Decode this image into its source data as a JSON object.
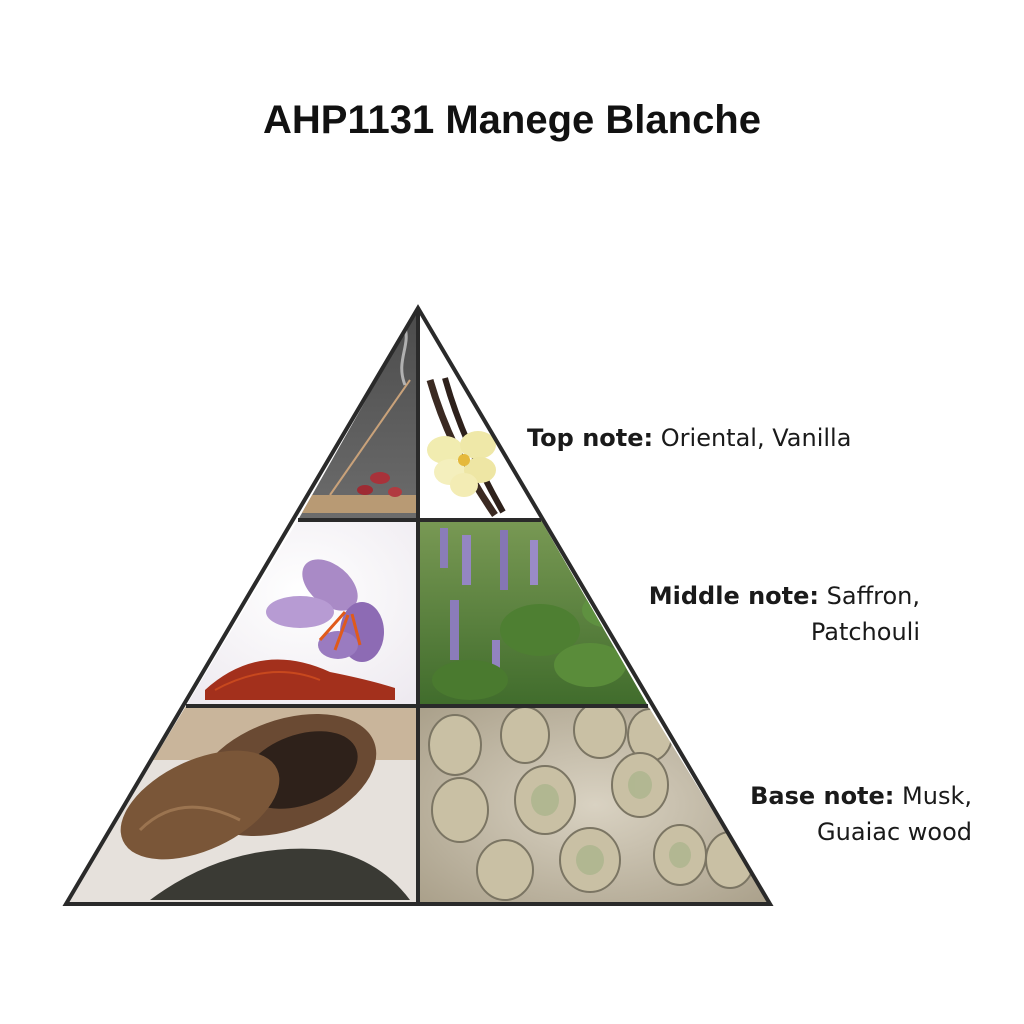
{
  "title": "AHP1131 Manege Blanche",
  "notes": {
    "top": {
      "label": "Top note:",
      "value": "Oriental, Vanilla"
    },
    "middle": {
      "label": "Middle note:",
      "line1": "Saffron,",
      "line2": "Patchouli"
    },
    "base": {
      "label": "Base note:",
      "line1": "Musk,",
      "line2": "Guaiac wood"
    }
  },
  "colors": {
    "outline": "#2a2a2a",
    "text": "#1a1a1a"
  },
  "icons": {
    "top_left": "incense-icon",
    "top_right": "vanilla-flower-icon",
    "middle_left": "saffron-flower-icon",
    "middle_right": "patchouli-plant-icon",
    "base_left": "musk-pod-icon",
    "base_right": "guaiac-logs-icon"
  }
}
